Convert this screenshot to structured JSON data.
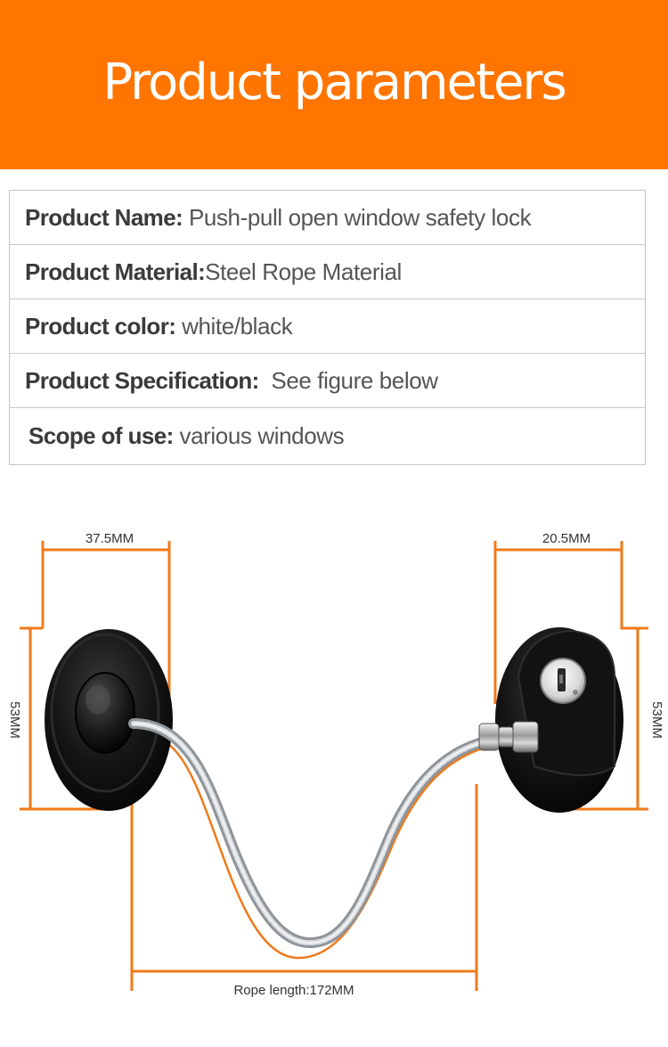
{
  "banner": {
    "title": "Product parameters",
    "background_color": "#ff7500"
  },
  "specs": [
    {
      "label": "Product Name:",
      "value": " Push-pull open window safety lock"
    },
    {
      "label": "Product Material:",
      "value": "Steel Rope Material"
    },
    {
      "label": "Product color:",
      "value": " white/black"
    },
    {
      "label": "Product Specification:",
      "value": "  See figure below"
    },
    {
      "label": "Scope of use:",
      "value": " various windows"
    }
  ],
  "diagram": {
    "left_width": "37.5MM",
    "right_width": "20.5MM",
    "left_height": "53MM",
    "right_height": "53MM",
    "rope_length": "Rope length:172MM",
    "dimension_line_color": "#f07a1a",
    "lock_body_color": "#111111",
    "key_icon": "key-cylinder-icon"
  }
}
